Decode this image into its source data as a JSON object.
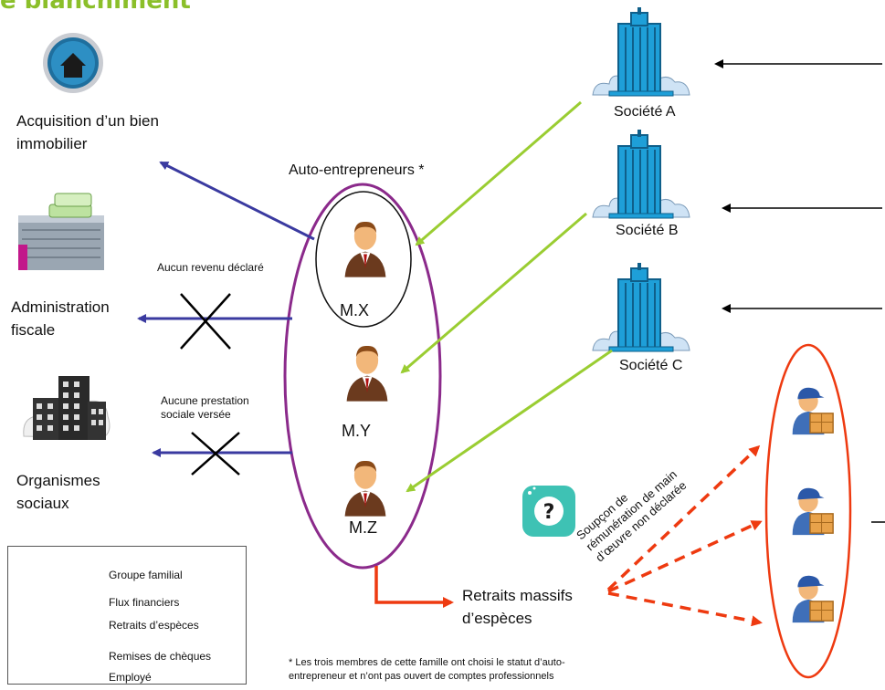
{
  "title": "e blanchiment",
  "nodes": {
    "acquisition": "Acquisition d’un bien immobilier",
    "administration": "Administration fiscale",
    "organismes": "Organismes sociaux",
    "auto_entrepreneurs": "Auto-entrepreneurs *",
    "mx": "M.X",
    "my": "M.Y",
    "mz": "M.Z",
    "societe_a": "Société A",
    "societe_b": "Société B",
    "societe_c": "Société C",
    "retraits": "Retraits massifs d’espèces"
  },
  "annotations": {
    "aucun_revenu": "Aucun revenu déclaré",
    "aucune_prestation": "Aucune prestation sociale versée",
    "soupcon_line1": "Soupçon de",
    "soupcon_line2": "rémunération de main",
    "soupcon_line3": "d’œuvre non déclarée",
    "footnote_line1": "* Les trois membres de cette famille ont choisi le statut d’auto-",
    "footnote_line2": "entrepreneur et n’ont pas ouvert de comptes professionnels"
  },
  "legend": [
    {
      "label": "Groupe familial",
      "color": "#8b2a8b",
      "style": "line"
    },
    {
      "label": "Flux financiers",
      "color": "#3a3aa0",
      "style": "arrow"
    },
    {
      "label": "Retraits d’espèces",
      "color": "#ee3a10",
      "style": "arrow"
    },
    {
      "label": "Remises de chèques",
      "color": "#9acd32",
      "style": "arrow"
    },
    {
      "label": "Employé",
      "color": "#000000",
      "style": "arrow"
    }
  ],
  "colors": {
    "family": "#8b2a8b",
    "financial": "#3a3aa0",
    "cash": "#ee3a10",
    "cheque": "#9acd32",
    "employee": "#000000",
    "title": "#8bbf2a"
  },
  "icons": [
    "house-icon",
    "tax-office-icon",
    "office-building-icon",
    "skyscraper-icon",
    "businessman-icon",
    "delivery-worker-icon",
    "question-bubble-icon"
  ]
}
